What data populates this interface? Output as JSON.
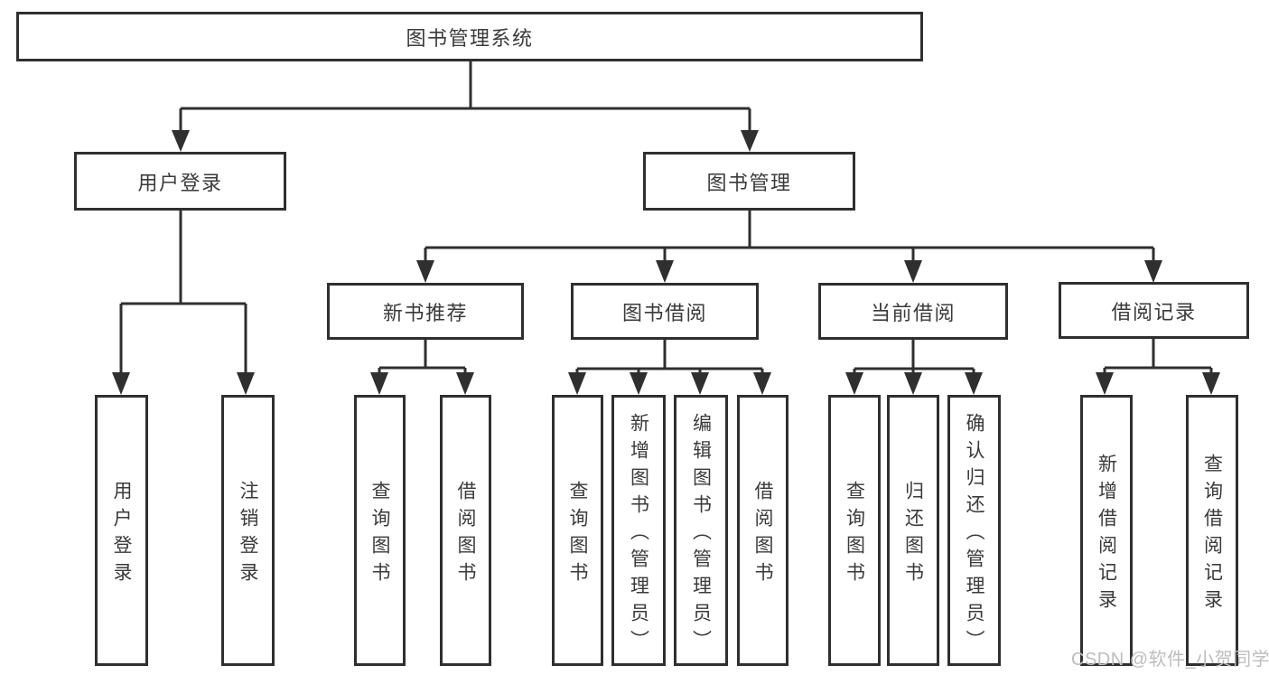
{
  "tree": {
    "label": "图书管理系统",
    "children": [
      {
        "label": "用户登录",
        "children": [
          {
            "label": "用户登录"
          },
          {
            "label": "注销登录"
          }
        ]
      },
      {
        "label": "图书管理",
        "children": [
          {
            "label": "新书推荐",
            "children": [
              {
                "label": "查询图书"
              },
              {
                "label": "借阅图书"
              }
            ]
          },
          {
            "label": "图书借阅",
            "children": [
              {
                "label": "查询图书"
              },
              {
                "label": "新增图书（管理员）"
              },
              {
                "label": "编辑图书（管理员）"
              },
              {
                "label": "借阅图书"
              }
            ]
          },
          {
            "label": "当前借阅",
            "children": [
              {
                "label": "查询图书"
              },
              {
                "label": "归还图书"
              },
              {
                "label": "确认归还（管理员）"
              }
            ]
          },
          {
            "label": "借阅记录",
            "children": [
              {
                "label": "新增借阅记录"
              },
              {
                "label": "查询借阅记录"
              }
            ]
          }
        ]
      }
    ]
  },
  "watermark": {
    "text": "CSDN @软件_小贺同学"
  },
  "colors": {
    "line": "#2f2f2f",
    "text": "#3a3a3a",
    "watermark": "#bdbdbd",
    "background": "#ffffff"
  }
}
